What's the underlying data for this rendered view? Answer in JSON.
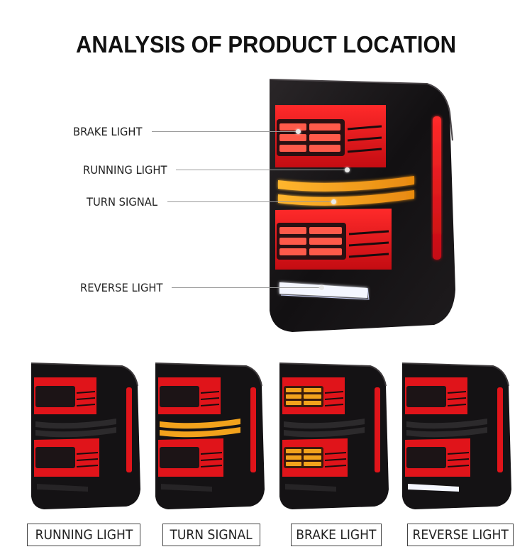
{
  "title": "ANALYSIS OF PRODUCT LOCATION",
  "callouts": {
    "brake": "BRAKE LIGHT",
    "running": "RUNNING LIGHT",
    "turn": "TURN SIGNAL",
    "reverse": "REVERSE LIGHT"
  },
  "variants": [
    {
      "label": "RUNNING LIGHT",
      "active": "running"
    },
    {
      "label": "TURN SIGNAL",
      "active": "turn"
    },
    {
      "label": "BRAKE LIGHT",
      "active": "brake"
    },
    {
      "label": "REVERSE LIGHT",
      "active": "reverse"
    }
  ],
  "colors": {
    "housing": "#141214",
    "red_lit": "#e0141a",
    "red_dim": "#5a1216",
    "amber": "#f2a21c",
    "white_led": "#f4f6ff"
  }
}
